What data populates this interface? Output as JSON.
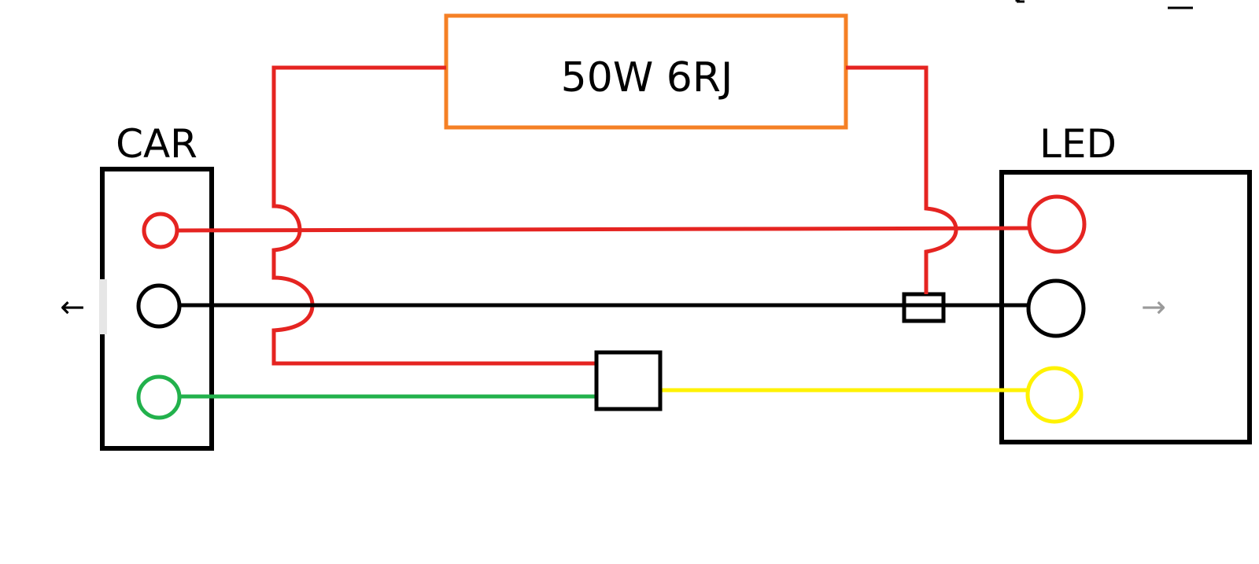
{
  "diagram": {
    "resistor_label": "50W 6RJ",
    "car_label": "CAR",
    "led_label": "LED"
  },
  "wire_colors": {
    "red": "#e52421",
    "black": "#000000",
    "green": "#22b14c",
    "yellow": "#fff200",
    "resistor_outline": "#f58025"
  },
  "viewer": {
    "prev_arrow": "←",
    "next_arrow": "→",
    "icons": [
      "collapse-icon",
      "download-icon"
    ]
  }
}
